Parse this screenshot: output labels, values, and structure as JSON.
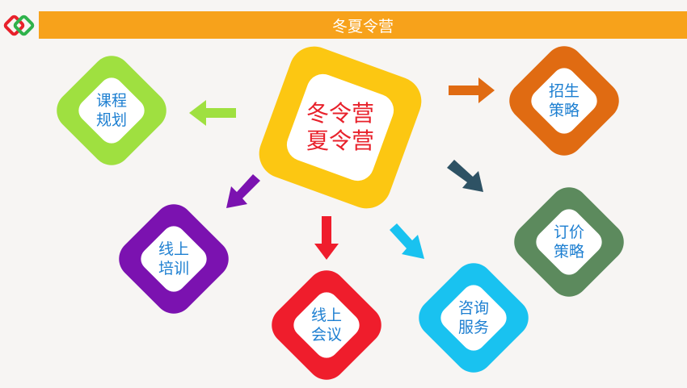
{
  "header": {
    "title": "冬夏令营"
  },
  "center": {
    "line1": "冬令营",
    "line2": "夏令营",
    "color": "#fcc712",
    "text_color": "#e8212b"
  },
  "nodes": {
    "course_planning": {
      "line1": "课程",
      "line2": "规划",
      "color": "#9fe040"
    },
    "online_training": {
      "line1": "线上",
      "line2": "培训",
      "color": "#7b12b0"
    },
    "online_meeting": {
      "line1": "线上",
      "line2": "会议",
      "color": "#ef1d2c"
    },
    "consulting": {
      "line1": "咨询",
      "line2": "服务",
      "color": "#19c2f0"
    },
    "pricing": {
      "line1": "订价",
      "line2": "策略",
      "color": "#5c8a5d"
    },
    "enrollment": {
      "line1": "招生",
      "line2": "策略",
      "color": "#e06b12"
    }
  },
  "label_color": "#1d7fd1",
  "header_color": "#f7a21b"
}
